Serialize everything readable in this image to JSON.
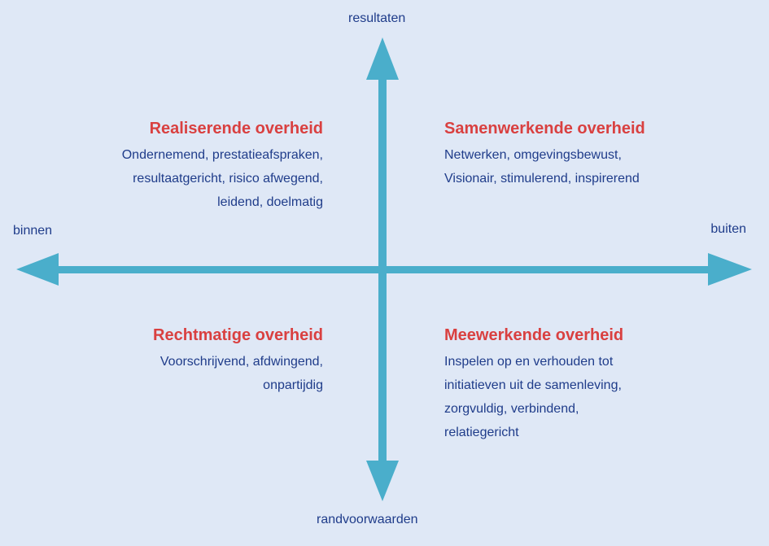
{
  "axes": {
    "top": "resultaten",
    "bottom": "randvoorwaarden",
    "left": "binnen",
    "right": "buiten"
  },
  "quadrants": {
    "top_left": {
      "title": "Realiserende overheid",
      "lines": [
        "Ondernemend, prestatieafspraken,",
        "resultaatgericht, risico afwegend,",
        "leidend, doelmatig"
      ]
    },
    "top_right": {
      "title": "Samenwerkende overheid",
      "lines": [
        "Netwerken, omgevingsbewust,",
        "Visionair, stimulerend, inspirerend"
      ]
    },
    "bottom_left": {
      "title": "Rechtmatige overheid",
      "lines": [
        "Voorschrijvend, afdwingend,",
        "onpartijdig"
      ]
    },
    "bottom_right": {
      "title": "Meewerkende overheid",
      "lines": [
        "Inspelen op en verhouden tot",
        "initiatieven uit de samenleving,",
        "zorgvuldig, verbindend,",
        "relatiegericht"
      ]
    }
  },
  "colors": {
    "background": "#dfe8f6",
    "arrow": "#4aaecb",
    "title": "#d94040",
    "text": "#1f3c8a"
  }
}
